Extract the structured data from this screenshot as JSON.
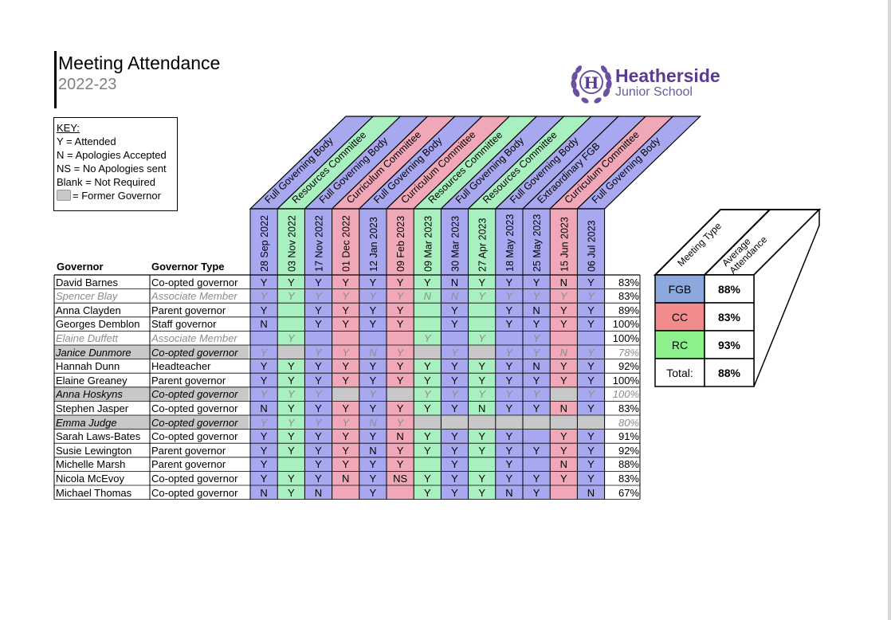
{
  "header": {
    "title": "Meeting Attendance",
    "year": "2022-23"
  },
  "logo": {
    "letter": "H",
    "name": "Heatherside",
    "subtitle": "Junior School"
  },
  "key": {
    "title": "KEY:",
    "items": [
      "Y = Attended",
      "N = Apologies Accepted",
      "NS = No Apologies sent",
      "Blank = Not Required"
    ],
    "former": "= Former Governor"
  },
  "colors": {
    "FGB": "#a8a8f0",
    "RC": "#a8f0c0",
    "CC": "#f0a8b8",
    "grey": "#c8c8c8",
    "sumFGB": "#8ca8dc",
    "sumCC": "#f28c8c",
    "sumRC": "#8cf08c"
  },
  "table": {
    "col_governor": "Governor",
    "col_type": "Governor Type",
    "meetings": [
      {
        "name": "Full Governing Body",
        "date": "28 Sep 2022",
        "type": "FGB"
      },
      {
        "name": "Resources Committee",
        "date": "03 Nov 2022",
        "type": "RC"
      },
      {
        "name": "Full Governing Body",
        "date": "17 Nov 2022",
        "type": "FGB"
      },
      {
        "name": "Curriculum Committee",
        "date": "01 Dec 2022",
        "type": "CC"
      },
      {
        "name": "Full Governing Body",
        "date": "12 Jan 2023",
        "type": "FGB"
      },
      {
        "name": "Curriculum Committee",
        "date": "09 Feb 2023",
        "type": "CC"
      },
      {
        "name": "Resources Committee",
        "date": "09 Mar 2023",
        "type": "RC"
      },
      {
        "name": "Full Governing Body",
        "date": "30 Mar 2023",
        "type": "FGB"
      },
      {
        "name": "Resources Committee",
        "date": "27 Apr 2023",
        "type": "RC"
      },
      {
        "name": "Full Governing Body",
        "date": "18 May 2023",
        "type": "FGB"
      },
      {
        "name": "Extraordinary FGB",
        "date": "25 May 2023",
        "type": "FGB"
      },
      {
        "name": "Curriculum Committee",
        "date": "15 Jun 2023",
        "type": "CC"
      },
      {
        "name": "Full Governing Body",
        "date": "06 Jul 2023",
        "type": "FGB"
      }
    ],
    "rows": [
      {
        "name": "David Barnes",
        "type": "Co-opted governor",
        "style": "normal",
        "cells": [
          "Y",
          "Y",
          "Y",
          "Y",
          "Y",
          "Y",
          "Y",
          "N",
          "Y",
          "Y",
          "Y",
          "N",
          "Y"
        ],
        "pct": "83%"
      },
      {
        "name": "Spencer Blay",
        "type": "Associate Member",
        "style": "assoc",
        "cells": [
          "Y",
          "Y",
          "Y",
          "Y",
          "Y",
          "Y",
          "N",
          "N",
          "Y",
          "Y",
          "Y",
          "Y",
          "Y"
        ],
        "pct": "83%"
      },
      {
        "name": "Anna Clayden",
        "type": "Parent governor",
        "style": "normal",
        "cells": [
          "Y",
          "",
          "Y",
          "Y",
          "Y",
          "Y",
          "",
          "Y",
          "",
          "Y",
          "N",
          "Y",
          "Y"
        ],
        "pct": "89%"
      },
      {
        "name": "Georges Demblon",
        "type": "Staff governor",
        "style": "normal",
        "cells": [
          "N",
          "",
          "Y",
          "Y",
          "Y",
          "Y",
          "",
          "Y",
          "",
          "Y",
          "Y",
          "Y",
          "Y"
        ],
        "pct": "100%"
      },
      {
        "name": "Elaine Duffett",
        "type": "Associate Member",
        "style": "assoc",
        "cells": [
          "",
          "Y",
          "",
          "",
          "",
          "",
          "Y",
          "",
          "Y",
          "",
          "Y",
          "",
          ""
        ],
        "pct": "100%"
      },
      {
        "name": "Janice Dunmore",
        "type": "Co-opted governor",
        "style": "former",
        "cells": [
          "Y",
          "",
          "Y",
          "Y",
          "N",
          "Y",
          "",
          "Y",
          "",
          "Y",
          "Y",
          "N",
          "Y"
        ],
        "pct": "78%"
      },
      {
        "name": "Hannah Dunn",
        "type": "Headteacher",
        "style": "normal",
        "cells": [
          "Y",
          "Y",
          "Y",
          "Y",
          "Y",
          "Y",
          "Y",
          "Y",
          "Y",
          "Y",
          "N",
          "Y",
          "Y"
        ],
        "pct": "92%"
      },
      {
        "name": "Elaine Greaney",
        "type": "Parent governor",
        "style": "normal",
        "cells": [
          "Y",
          "Y",
          "Y",
          "Y",
          "Y",
          "Y",
          "Y",
          "Y",
          "Y",
          "Y",
          "Y",
          "Y",
          "Y"
        ],
        "pct": "100%"
      },
      {
        "name": "Anna Hoskyns",
        "type": "Co-opted governor",
        "style": "former",
        "cells": [
          "Y",
          "Y",
          "Y",
          "",
          "Y",
          "",
          "Y",
          "Y",
          "Y",
          "Y",
          "Y",
          "",
          "Y"
        ],
        "pct": "100%"
      },
      {
        "name": "Stephen Jasper",
        "type": "Co-opted governor",
        "style": "normal",
        "cells": [
          "N",
          "Y",
          "Y",
          "Y",
          "Y",
          "Y",
          "Y",
          "Y",
          "N",
          "Y",
          "Y",
          "N",
          "Y"
        ],
        "pct": "83%"
      },
      {
        "name": "Emma Judge",
        "type": "Co-opted governor",
        "style": "former",
        "cells": [
          "Y",
          "Y",
          "Y",
          "Y",
          "N",
          "Y",
          "",
          "",
          "",
          "",
          "",
          "",
          ""
        ],
        "pct": "80%"
      },
      {
        "name": "Sarah Laws-Bates",
        "type": "Co-opted governor",
        "style": "normal",
        "cells": [
          "Y",
          "Y",
          "Y",
          "Y",
          "Y",
          "N",
          "Y",
          "Y",
          "Y",
          "Y",
          "",
          "Y",
          "Y"
        ],
        "pct": "91%"
      },
      {
        "name": "Susie Lewington",
        "type": "Parent governor",
        "style": "normal",
        "cells": [
          "Y",
          "Y",
          "Y",
          "Y",
          "N",
          "Y",
          "Y",
          "Y",
          "Y",
          "Y",
          "Y",
          "Y",
          "Y"
        ],
        "pct": "92%"
      },
      {
        "name": "Michelle Marsh",
        "type": "Parent governor",
        "style": "normal",
        "cells": [
          "Y",
          "",
          "Y",
          "Y",
          "Y",
          "Y",
          "",
          "Y",
          "",
          "Y",
          "",
          "N",
          "Y"
        ],
        "pct": "88%"
      },
      {
        "name": "Nicola McEvoy",
        "type": "Co-opted governor",
        "style": "normal",
        "cells": [
          "Y",
          "Y",
          "Y",
          "N",
          "Y",
          "NS",
          "Y",
          "Y",
          "Y",
          "Y",
          "Y",
          "Y",
          "Y"
        ],
        "pct": "83%"
      },
      {
        "name": "Michael Thomas",
        "type": "Co-opted governor",
        "style": "normal",
        "cells": [
          "N",
          "Y",
          "N",
          "",
          "Y",
          "",
          "Y",
          "Y",
          "Y",
          "N",
          "Y",
          "",
          "N"
        ],
        "pct": "67%"
      }
    ]
  },
  "summary": {
    "col_type": "Meeting Type",
    "col_avg": "Average Attendance",
    "rows": [
      {
        "label": "FGB",
        "value": "88%",
        "color": "sumFGB"
      },
      {
        "label": "CC",
        "value": "83%",
        "color": "sumCC"
      },
      {
        "label": "RC",
        "value": "93%",
        "color": "sumRC"
      }
    ],
    "total_label": "Total:",
    "total_value": "88%"
  }
}
